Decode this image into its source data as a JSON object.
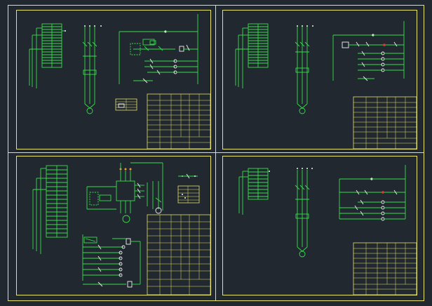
{
  "colors": {
    "background": "#212830",
    "frame": "#e8e36a",
    "wire": "#35e04a",
    "white": "#f2f2f2",
    "red": "#e23a2e",
    "orange": "#ef9a2a"
  },
  "sheets": [
    {
      "id": "top-left"
    },
    {
      "id": "top-right"
    },
    {
      "id": "bottom-left"
    },
    {
      "id": "bottom-right"
    }
  ]
}
